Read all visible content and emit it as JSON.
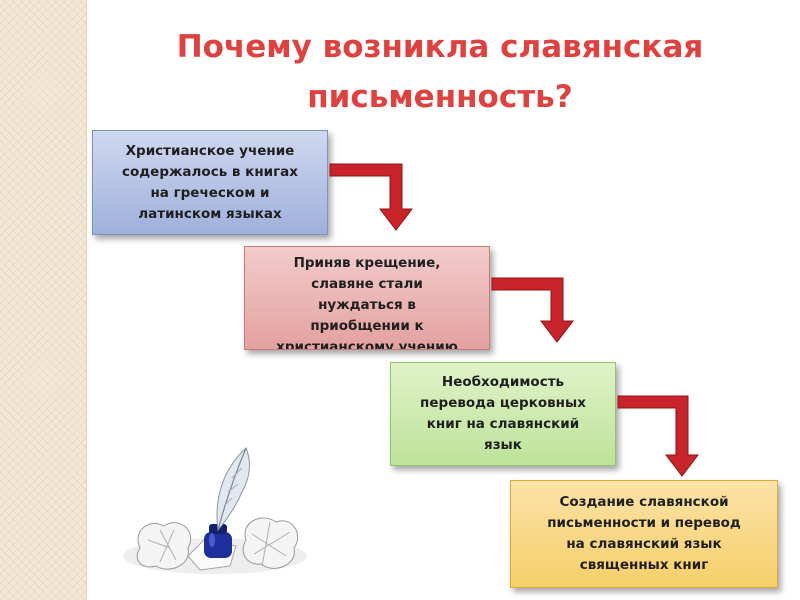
{
  "title": "Почему возникла славянская письменность?",
  "steps": [
    "Христианское учение\nсодержалось в книгах\nна греческом и\nлатинском языках",
    "Приняв крещение,\nславяне стали\nнуждаться в\nприобщении к\nхристианскому учению",
    "Необходимость\nперевода церковных\nкниг на славянский\nязык",
    "Создание славянской\nписьменности и перевод\nна славянский язык\nсвященных книг"
  ],
  "colors": {
    "title": "#e0403e",
    "arrow": "#c8242a"
  }
}
